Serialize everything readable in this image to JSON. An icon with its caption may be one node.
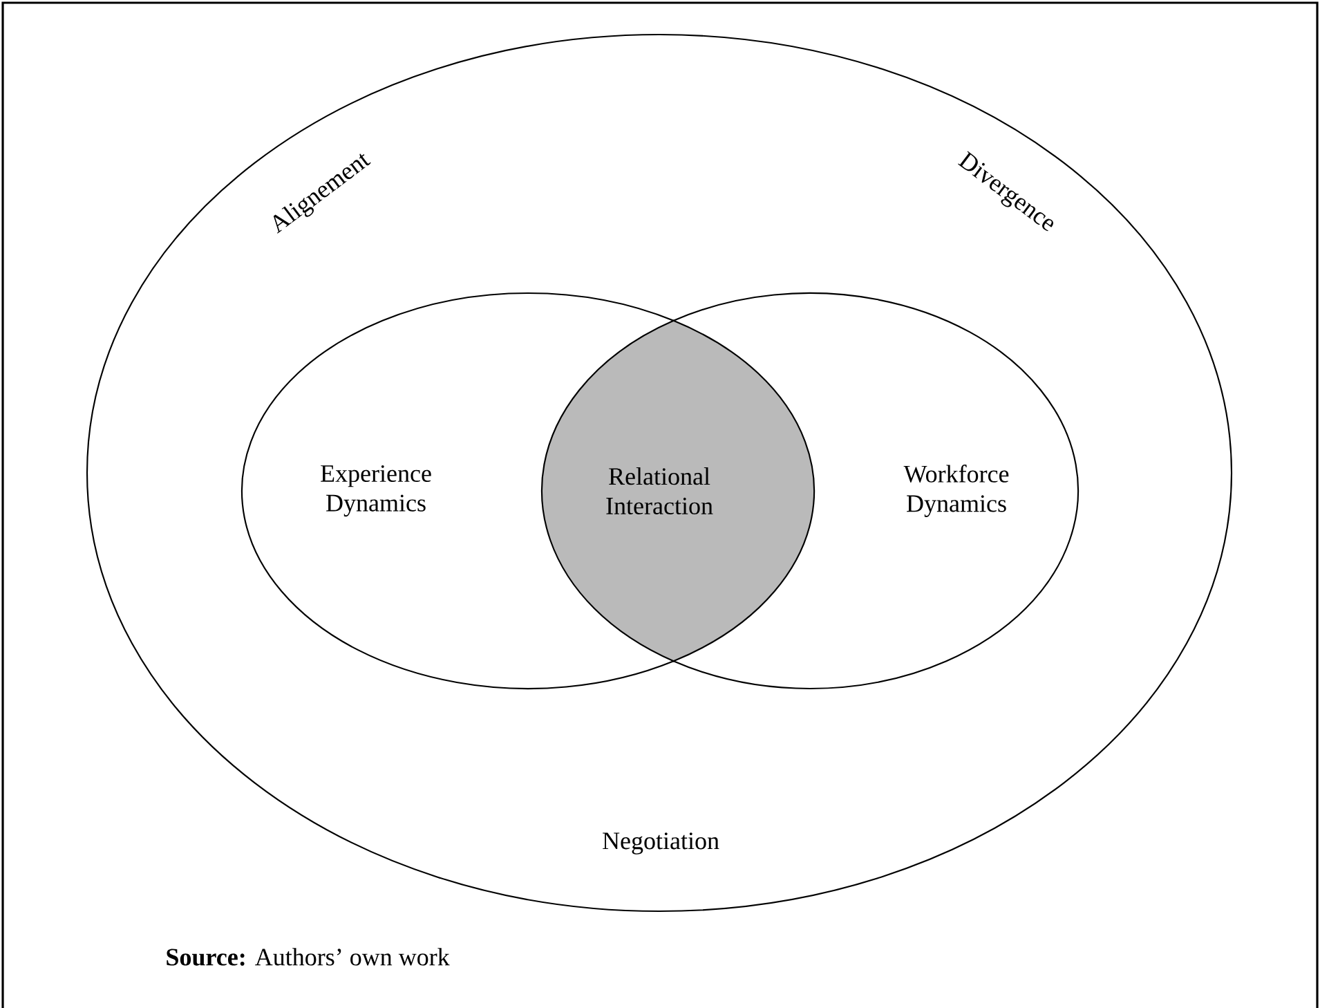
{
  "diagram": {
    "caption": "**Source:** Authors’ own work",
    "nodes": [
      {
        "text": [
          "Alignement",
          "Divergence",
          "Negotiation"
        ]
      },
      {
        "text": [
          "Experience Dynamics"
        ],
        "in": 0
      },
      {
        "text": [
          "Relational Interaction"
        ],
        "in": 0
      },
      {
        "text": [
          "Workforce Dynamics"
        ],
        "in": 0
      }
    ]
  }
}
